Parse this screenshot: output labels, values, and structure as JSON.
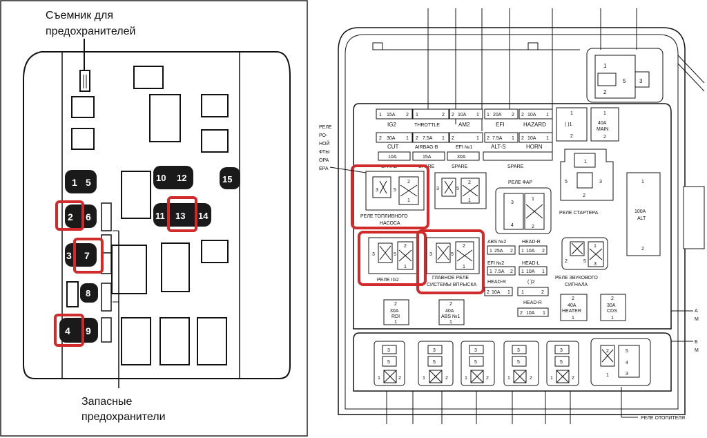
{
  "left": {
    "title_line1": "Съемник для",
    "title_line2": "предохранителей",
    "bottom_line1": "Запасные",
    "bottom_line2": "предохранители",
    "fuses": [
      "1",
      "5",
      "2",
      "6",
      "3",
      "7",
      "8",
      "4",
      "9",
      "10",
      "12",
      "13",
      "11",
      "14",
      "15"
    ],
    "highlighted": [
      "2",
      "7",
      "4",
      "13"
    ]
  },
  "right": {
    "fuse_row1": [
      {
        "a": "1",
        "amp": "15A",
        "b": "2",
        "name": "IG2"
      },
      {
        "a": "1",
        "amp": "",
        "b": "2",
        "name": "THROTTLE"
      },
      {
        "a": "2",
        "amp": "10A",
        "b": "1",
        "name": "AM2"
      },
      {
        "a": "1",
        "amp": "20A",
        "b": "2",
        "name": "EFI"
      },
      {
        "a": "2",
        "amp": "10A",
        "b": "1",
        "name": "HAZARD"
      }
    ],
    "fuse_row2": [
      {
        "a": "2",
        "amp": "30A",
        "b": "1",
        "name": "CUT"
      },
      {
        "a": "2",
        "amp": "7.5A",
        "b": "1",
        "name": "AIRBAG-B"
      },
      {
        "a": "2",
        "amp": "",
        "b": "1",
        "name": "EFI №1"
      },
      {
        "a": "2",
        "amp": "7.5A",
        "b": "1",
        "name": "ALT-S"
      },
      {
        "a": "2",
        "amp": "10A",
        "b": "1",
        "name": "HORN"
      }
    ],
    "spare_row": [
      {
        "amp": "10A",
        "name": "SPARE"
      },
      {
        "amp": "15A",
        "name": "SPARE"
      },
      {
        "amp": "30A",
        "name": "SPARE"
      },
      {
        "amp": "",
        "name": "SPARE"
      }
    ],
    "paren1": "( )1",
    "main_fuse": {
      "top": "1",
      "amp": "40A",
      "name": "MAIN",
      "bottom": "2"
    },
    "alt_fuse": {
      "top": "1",
      "amp": "100A",
      "name": "ALT",
      "bottom": "2"
    },
    "relay_fuel": "РЕЛЕ ТОПЛИВНОГО НАСОСА",
    "relay_fuel_l1": "РЕЛЕ ТОПЛИВНОГО",
    "relay_fuel_l2": "НАСОСА",
    "relay_headlamp": "РЕЛЕ ФАР",
    "relay_starter": "РЕЛЕ СТАРТЕРА",
    "relay_ig2": "РЕЛЕ IG2",
    "relay_main_l1": "ГЛАВНОЕ РЕЛЕ",
    "relay_main_l2": "СИСТЕМЫ ВПРЫСКА",
    "relay_horn_l1": "РЕЛЕ ЗВУКОВОГО",
    "relay_horn_l2": "СИГНАЛА",
    "relay_heater": "РЕЛЕ ОТОПИТЕЛЯ",
    "small_fuses": {
      "abs2": "ABS №2",
      "abs2_amp": "25A",
      "headr": "HEAD-R",
      "headr_amp": "10A",
      "efi2": "EFI №2",
      "headl": "HEAD-L",
      "headl_amp": "10A",
      "headr2": "HEAD-R",
      "amp75": "7.5A",
      "paren2": "( )2",
      "amp10": "10A",
      "headr3": "HEAD-R",
      "amp10b": "10A"
    },
    "bottom_fuses": [
      {
        "top": "2",
        "amp": "30A",
        "name": "RDI",
        "bottom": "1"
      },
      {
        "top": "2",
        "amp": "40A",
        "name": "ABS №1",
        "bottom": "1"
      },
      {
        "top": "2",
        "amp": "40A",
        "name": "HEATER",
        "bottom": "1"
      },
      {
        "top": "2",
        "amp": "30A",
        "name": "CDS",
        "bottom": "1"
      }
    ],
    "left_edge_labels": [
      "РЕЛЕ",
      "РО-",
      "НОЙ",
      "ФТЫ",
      "ОРА",
      "ЕРА"
    ],
    "right_edge_labels": [
      "А",
      "М",
      "Б",
      "М"
    ]
  }
}
